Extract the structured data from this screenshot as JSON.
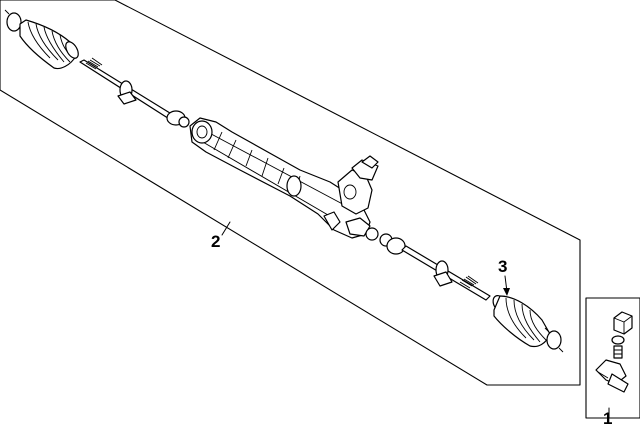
{
  "callouts": {
    "rack_and_pinion_assembly": "2",
    "boot": "3",
    "tie_rod_end": "1"
  }
}
